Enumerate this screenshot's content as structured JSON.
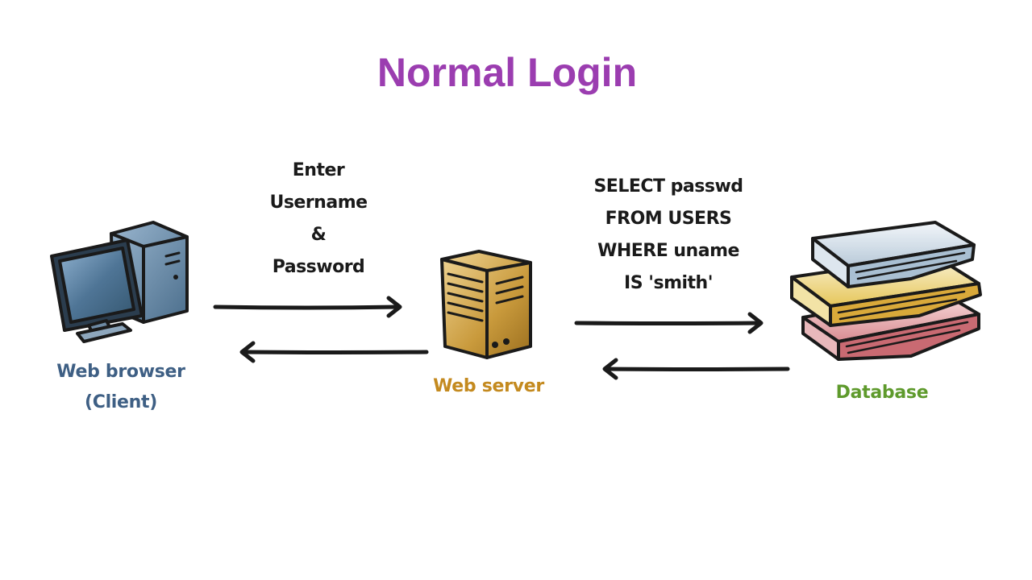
{
  "colors": {
    "title": "#9b3db0",
    "client_label": "#3e5f84",
    "server_label": "#c48a1f",
    "database_label": "#5e9a2c",
    "ink": "#1a1a1a"
  },
  "title": "Normal Login",
  "nodes": {
    "client": {
      "icon": "computer-icon",
      "label_line1": "Web browser",
      "label_line2": "(Client)"
    },
    "server": {
      "icon": "server-icon",
      "label": "Web server"
    },
    "database": {
      "icon": "database-books-icon",
      "label": "Database"
    }
  },
  "messages": {
    "client_to_server": {
      "line1": "Enter",
      "line2": "Username",
      "line3": "&",
      "line4": "Password"
    },
    "server_to_database": {
      "line1": "SELECT passwd",
      "line2": "FROM USERS",
      "line3": "WHERE uname",
      "line4": "IS 'smith'"
    }
  },
  "edges": [
    {
      "from": "client",
      "to": "server",
      "direction": "right"
    },
    {
      "from": "server",
      "to": "client",
      "direction": "left"
    },
    {
      "from": "server",
      "to": "database",
      "direction": "right"
    },
    {
      "from": "database",
      "to": "server",
      "direction": "left"
    }
  ]
}
